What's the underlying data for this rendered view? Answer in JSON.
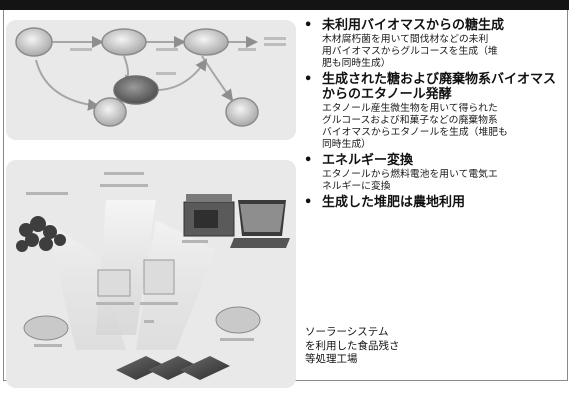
{
  "bullets": [
    {
      "heading": "未利用バイオマスからの糖生成",
      "detail": [
        "木材腐朽菌を用いて間伐材などの未利",
        "用バイオマスからグルコースを生成（堆",
        "肥も同時生成）"
      ]
    },
    {
      "heading": "生成された糖および廃棄物系バイオマスからのエタノール発酵",
      "detail": [
        "エタノール産生微生物を用いて得られた",
        "グルコースおよび和菓子などの廃棄物系",
        "バイオマスからエタノールを生成（堆肥も",
        "同時生成）"
      ]
    },
    {
      "heading": "エネルギー変換",
      "detail": [
        "エタノールから燃料電池を用いて電気エ",
        "ネルギーに変換"
      ]
    },
    {
      "heading": "生成した堆肥は農地利用",
      "detail": []
    }
  ],
  "caption": [
    "ソーラーシステム",
    "を利用した食品残さ",
    "等処理工場"
  ],
  "colors": {
    "topbar": "#141414",
    "figure_bg": "#e9e9e9",
    "node": "#cfcfcf",
    "arrow": "#9a9a9a",
    "text": "#111111"
  }
}
